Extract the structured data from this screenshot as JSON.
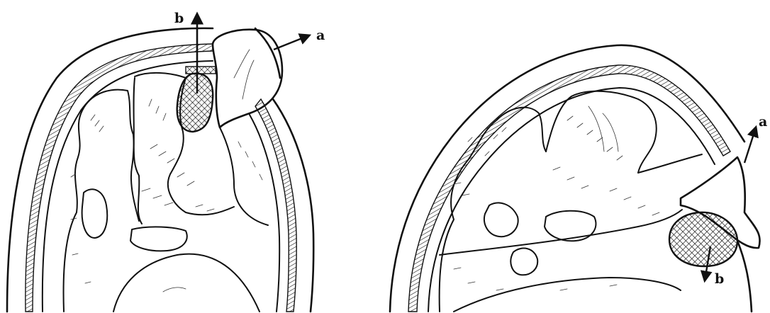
{
  "figure": {
    "left_panel": {
      "labels": {
        "a": "a",
        "b": "b"
      }
    },
    "right_panel": {
      "labels": {
        "a": "a",
        "b": "b"
      }
    }
  },
  "colors": {
    "ink": "#111111",
    "background": "#ffffff"
  }
}
